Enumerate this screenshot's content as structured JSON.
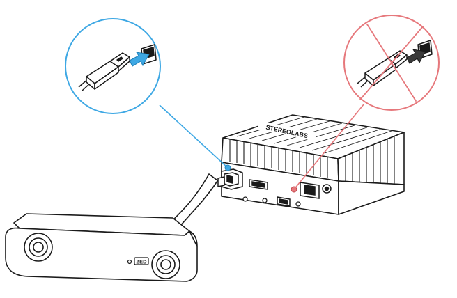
{
  "diagram": {
    "device_brand": "STEREOLABS",
    "camera_logo": "ZED",
    "callouts": [
      {
        "status": "correct",
        "color": "#3ea8e4",
        "icon": "usb-plug-insert-icon"
      },
      {
        "status": "incorrect",
        "color": "#e6787c",
        "icon": "crossed-out-usb-plug-icon"
      }
    ],
    "colors": {
      "outline": "#1a1a1a",
      "arrow_gray": "#3a3a3a",
      "correct_port_highlight": "#3ea8e4",
      "wrong_port_highlight": "#e6787c"
    }
  }
}
